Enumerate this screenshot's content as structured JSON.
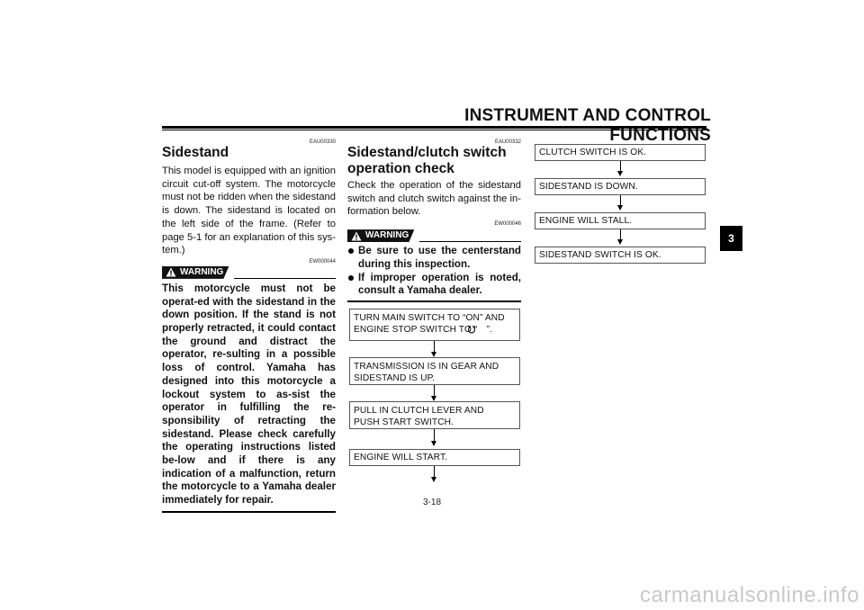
{
  "header": {
    "title": "INSTRUMENT AND CONTROL FUNCTIONS"
  },
  "side_tab": {
    "label": "3"
  },
  "page_number": "3-18",
  "sidestand": {
    "code": "EAU00330",
    "heading": "Sidestand",
    "body": "This model is equipped with an ignition circuit cut-off system. The motorcycle must not be ridden when the sidestand is down. The sidestand is located on the left side of the frame. (Refer to page 5-1 for an explanation of this sys-tem.)",
    "warning_code": "EW000044",
    "warning_label": "WARNING",
    "warning_text": "This motorcycle must not be operat-ed with the sidestand in the down position. If the stand is not properly retracted, it could contact the ground and distract the operator, re-sulting in a possible loss of control. Yamaha has designed into this motorcycle a lockout system to as-sist the operator in fulfilling the re-sponsibility of retracting the sidestand. Please check carefully the operating instructions listed be-low and if there is any indication of a malfunction, return the motorcycle to a Yamaha dealer immediately for repair."
  },
  "switch_check": {
    "code": "EAU00332",
    "heading_line1": "Sidestand/clutch switch",
    "heading_line2": "operation check",
    "body": "Check the operation of the sidestand switch and clutch switch against the in-formation below.",
    "warning_code": "EW000046",
    "warning_label": "WARNING",
    "bullets": [
      "Be sure to use the centerstand during this inspection.",
      "If improper operation is noted, consult a Yamaha dealer."
    ]
  },
  "flow_left": [
    {
      "line1": "TURN MAIN SWITCH TO “ON” AND",
      "line2": "ENGINE STOP SWITCH TO “  ”."
    },
    {
      "line1": "TRANSMISSION IS IN GEAR AND",
      "line2": "SIDESTAND IS UP."
    },
    {
      "line1": "PULL IN CLUTCH LEVER AND",
      "line2": "PUSH START SWITCH."
    },
    {
      "line1": "ENGINE WILL START.",
      "line2": ""
    }
  ],
  "flow_right": [
    "CLUTCH SWITCH IS OK.",
    "SIDESTAND IS DOWN.",
    "ENGINE WILL STALL.",
    "SIDESTAND SWITCH IS OK."
  ],
  "watermark": "carmanualsonline.info",
  "colors": {
    "ink": "#111111",
    "watermark": "#c9c9c9",
    "tab": "#000000"
  },
  "icons": {
    "warning": "warning-triangle-icon",
    "engine_run": "engine-run-icon"
  }
}
